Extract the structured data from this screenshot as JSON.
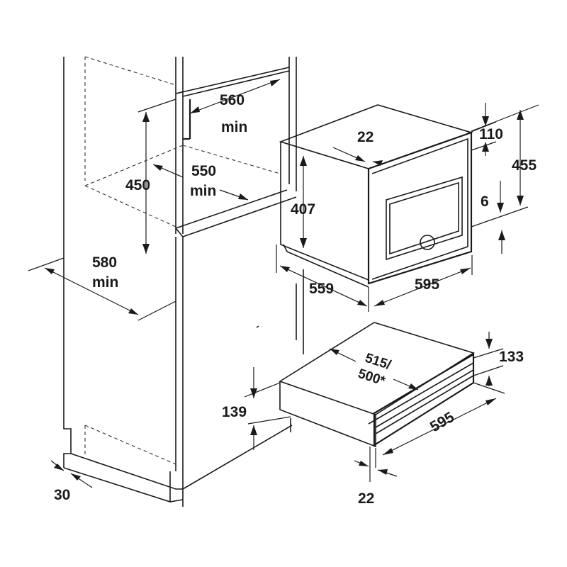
{
  "dimensions": {
    "niche_width": "560",
    "niche_width_min": "min",
    "niche_depth": "550",
    "niche_depth_min": "min",
    "niche_height": "450",
    "cabinet_depth": "580",
    "cabinet_depth_min": "min",
    "plinth_setback": "30",
    "oven_front_offset": "22",
    "oven_top_gap": "110",
    "oven_total_height": "455",
    "oven_body_height": "407",
    "oven_bottom_gap": "6",
    "oven_depth": "559",
    "oven_width": "595",
    "drawer_depth": "515/",
    "drawer_depth_alt": "500*",
    "drawer_height": "133",
    "drawer_niche_height": "139",
    "drawer_width": "595",
    "drawer_front_offset": "22"
  }
}
